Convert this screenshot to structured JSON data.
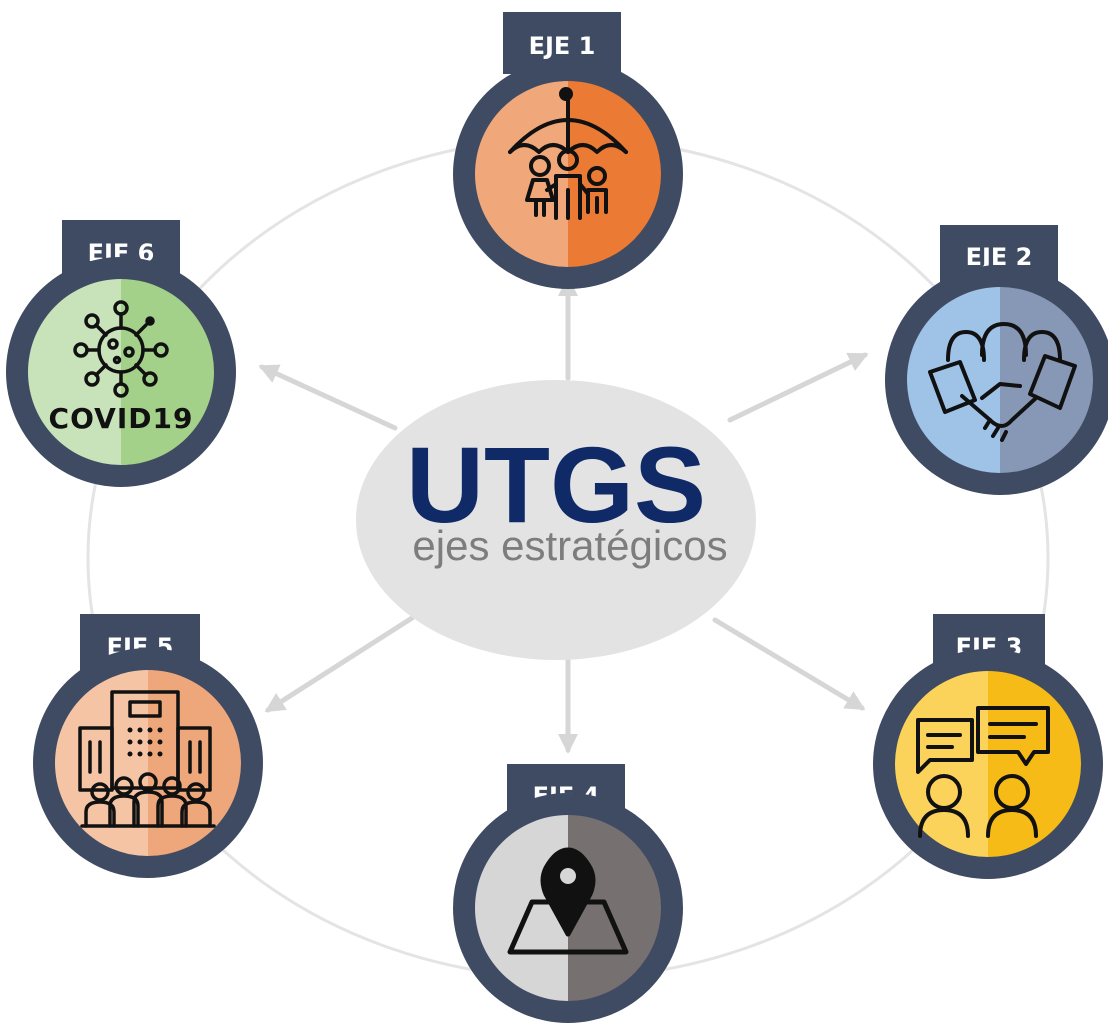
{
  "center": {
    "title": "UTGS",
    "subtitle": "ejes estratégicos",
    "title_color": "#0f2a66",
    "subtitle_color": "#7d7d7d",
    "fill_color": "#e3e3e3"
  },
  "ring_color": "#e4e4e4",
  "arrow_color": "#d6d6d6",
  "badge_color": "#3f4b62",
  "axes": [
    {
      "id": "eje-1",
      "label": "EJE 1",
      "icon": "family-umbrella-icon",
      "colors": [
        "#f0a77a",
        "#eb7a34"
      ]
    },
    {
      "id": "eje-2",
      "label": "EJE 2",
      "icon": "handshake-group-icon",
      "colors": [
        "#9fc3e7",
        "#8698b5"
      ]
    },
    {
      "id": "eje-3",
      "label": "EJE 3",
      "icon": "people-dialogue-icon",
      "colors": [
        "#fbd25a",
        "#f7bb17"
      ]
    },
    {
      "id": "eje-4",
      "label": "EJE 4",
      "icon": "map-location-pin-icon",
      "colors": [
        "#d6d6d6",
        "#767170"
      ]
    },
    {
      "id": "eje-5",
      "label": "EJE 5",
      "icon": "building-community-icon",
      "colors": [
        "#f5c4a5",
        "#eea67b"
      ]
    },
    {
      "id": "eje-6",
      "label": "EJE 6",
      "icon": "covid-virus-icon",
      "colors": [
        "#c8e2ba",
        "#a4d18a"
      ],
      "icon_text": "COVID19"
    }
  ]
}
